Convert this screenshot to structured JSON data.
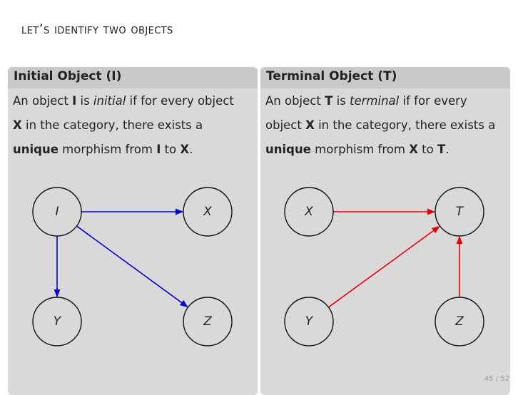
{
  "slide": {
    "title": "Let’s identify two objects",
    "page_number": "45 / 52"
  },
  "left_panel": {
    "title": "Initial Object (I)",
    "body_line1_pre": "An object ",
    "body_line1_obj": "I",
    "body_line1_mid": " is ",
    "body_line1_em": "initial",
    "body_line1_post": " if for every object",
    "body_line2_obj": "X",
    "body_line2_post": " in the category, there exists a",
    "body_line3_strong": "unique",
    "body_line3_mid": " morphism from ",
    "body_line3_from": "I",
    "body_line3_to_word": " to ",
    "body_line3_to": "X",
    "body_line3_end": ".",
    "arrow_color": "#0000dd",
    "nodes": [
      {
        "id": "I",
        "label": "I"
      },
      {
        "id": "X",
        "label": "X"
      },
      {
        "id": "Y",
        "label": "Y"
      },
      {
        "id": "Z",
        "label": "Z"
      }
    ],
    "edges": [
      {
        "from": "I",
        "to": "X"
      },
      {
        "from": "I",
        "to": "Y"
      },
      {
        "from": "I",
        "to": "Z"
      }
    ]
  },
  "right_panel": {
    "title": "Terminal Object (T)",
    "body_line1_pre": "An object ",
    "body_line1_obj": "T",
    "body_line1_mid": " is ",
    "body_line1_em": "terminal",
    "body_line1_post": " if for every",
    "body_line2_pre": "object ",
    "body_line2_obj": "X",
    "body_line2_post": " in the category, there exists a",
    "body_line3_strong": "unique",
    "body_line3_mid": " morphism from ",
    "body_line3_from": "X",
    "body_line3_to_word": " to ",
    "body_line3_to": "T",
    "body_line3_end": ".",
    "arrow_color": "#ee0000",
    "nodes": [
      {
        "id": "X",
        "label": "X"
      },
      {
        "id": "T",
        "label": "T"
      },
      {
        "id": "Y",
        "label": "Y"
      },
      {
        "id": "Z",
        "label": "Z"
      }
    ],
    "edges": [
      {
        "from": "X",
        "to": "T"
      },
      {
        "from": "Y",
        "to": "T"
      },
      {
        "from": "Z",
        "to": "T"
      }
    ]
  }
}
